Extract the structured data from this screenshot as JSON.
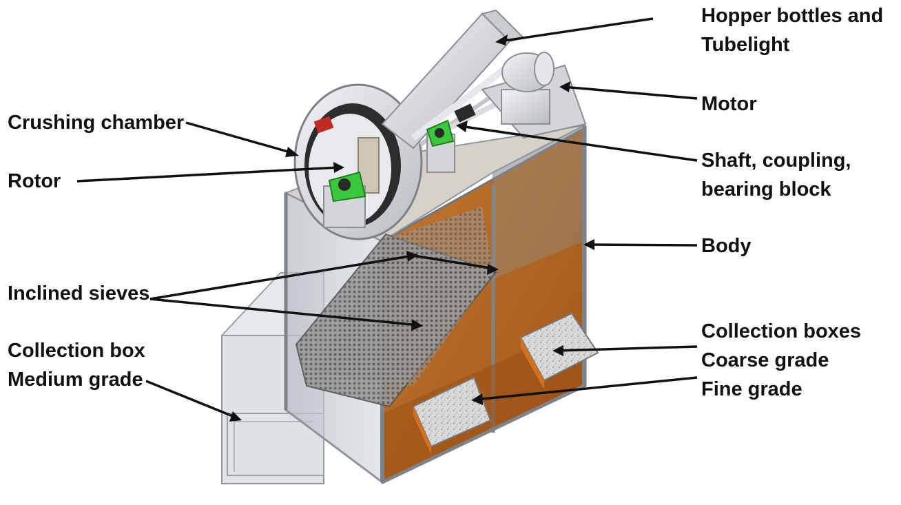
{
  "labels": {
    "hopper": [
      "Hopper bottles and",
      "Tubelight"
    ],
    "motor": [
      "Motor"
    ],
    "crushing_chamber": [
      "Crushing chamber"
    ],
    "shaft": [
      "Shaft, coupling,",
      "bearing block"
    ],
    "rotor": [
      "Rotor"
    ],
    "body": [
      "Body"
    ],
    "inclined_sieves": [
      "Inclined sieves"
    ],
    "collection_box_medium": [
      "Collection box",
      "Medium grade"
    ],
    "collection_boxes": [
      "Collection boxes",
      "Coarse grade",
      "Fine grade"
    ]
  },
  "colors": {
    "frame": "#8e959c",
    "glass": "#c8ced4",
    "bronze": "#b8691e",
    "bronze_dark": "#8f4f16",
    "green_bearing": "#2fbf2f",
    "sieve": "#7a7a7a",
    "steel": "#dcdde0",
    "label_text": "#111111",
    "leader_line": "#111111"
  }
}
